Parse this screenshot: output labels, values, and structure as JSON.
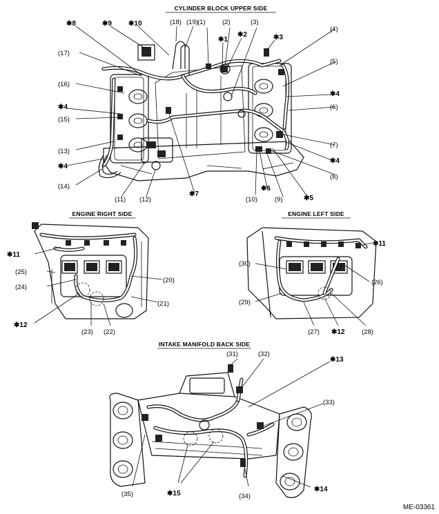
{
  "panels": {
    "cylinder_block": {
      "title": "CYLINDER BLOCK UPPER SIDE",
      "labels": [
        "(1)",
        "(2)",
        "(3)",
        "(4)",
        "(5)",
        "(6)",
        "(7)",
        "(8)",
        "(9)",
        "(10)",
        "(11)",
        "(12)",
        "(13)",
        "(14)",
        "(15)",
        "(16)",
        "(17)",
        "(18)",
        "(19)"
      ],
      "star_labels": [
        "✱1",
        "✱2",
        "✱3",
        "✱4",
        "✱4",
        "✱4",
        "✱4",
        "✱5",
        "✱6",
        "✱7",
        "✱8",
        "✱9",
        "✱10"
      ]
    },
    "engine_right": {
      "title": "ENGINE RIGHT SIDE",
      "labels": [
        "(20)",
        "(21)",
        "(22)",
        "(23)",
        "(24)",
        "(25)"
      ],
      "star_labels": [
        "✱11",
        "✱12"
      ]
    },
    "engine_left": {
      "title": "ENGINE LEFT SIDE",
      "labels": [
        "(26)",
        "(27)",
        "(28)",
        "(29)",
        "(30)"
      ],
      "star_labels": [
        "✱11",
        "✱12"
      ]
    },
    "intake_manifold": {
      "title": "INTAKE MANIFOLD BACK SIDE",
      "labels": [
        "(31)",
        "(32)",
        "(33)",
        "(34)",
        "(35)"
      ],
      "star_labels": [
        "✱13",
        "✱14",
        "✱15"
      ]
    }
  },
  "figure_code": "ME-03361"
}
